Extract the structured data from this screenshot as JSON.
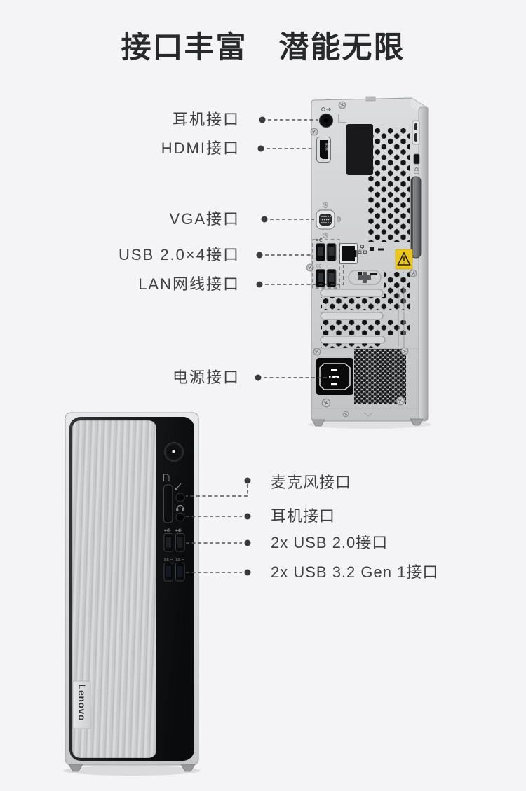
{
  "title": "接口丰富　潜能无限",
  "colors": {
    "background": "#f4f4f6",
    "title_text": "#28292b",
    "label_text": "#3f4042",
    "callout_line": "#515254",
    "tower_gray": "#cfd0d2",
    "panel_black": "#121316",
    "warning_yellow": "#edc61b"
  },
  "rear_view": {
    "callouts": [
      {
        "label": "耳机接口"
      },
      {
        "label": "HDMI接口"
      },
      {
        "label": "VGA接口"
      },
      {
        "label": "USB 2.0×4接口"
      },
      {
        "label": "LAN网线接口"
      },
      {
        "label": "电源接口"
      }
    ],
    "port_markings": {
      "hdmi": "HDMI"
    }
  },
  "front_view": {
    "callouts": [
      {
        "label": "麦克风接口"
      },
      {
        "label": "耳机接口"
      },
      {
        "label": "2x USB 2.0接口"
      },
      {
        "label": "2x USB 3.2 Gen 1接口"
      }
    ],
    "brand_badge": "Lenovo",
    "port_markings": {
      "usb3": "SS"
    }
  },
  "icons": {
    "audio_out": "circle-with-arrow",
    "warning": "triangle-exclamation",
    "usb": "usb-trident",
    "usb3": "SS-trident",
    "mic": "mic-slash",
    "headphone": "headphone-arc",
    "sd_card": "card-outline",
    "network": "lan-tree",
    "lock": "padlock"
  }
}
